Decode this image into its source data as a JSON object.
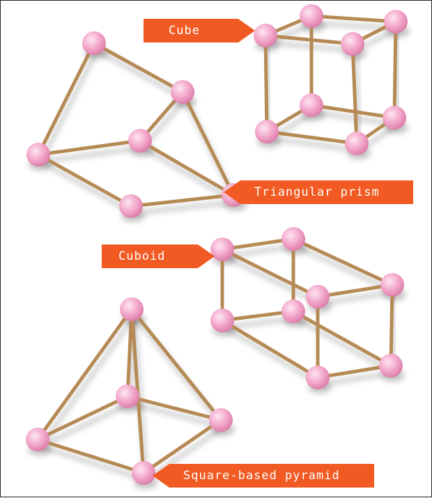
{
  "labels": {
    "cube": "Cube",
    "triangular_prism": "Triangular prism",
    "cuboid": "Cuboid",
    "square_based_pyramid": "Square-based pyramid"
  },
  "colors": {
    "label_background": "#f15a22",
    "label_text": "#ffffff",
    "stick": "#b58a55",
    "ball": "#f2a3c8",
    "border": "#222222"
  }
}
